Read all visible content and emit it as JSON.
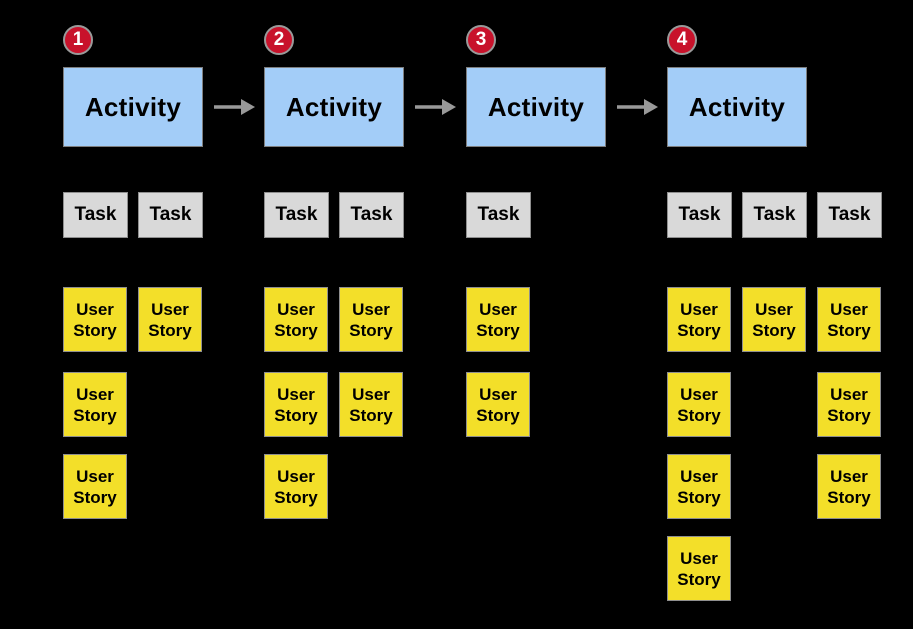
{
  "diagram": {
    "type": "user-story-map",
    "labels": {
      "activity": "Activity",
      "task": "Task",
      "user_story": "User Story"
    },
    "arrow_count": 3
  },
  "columns": [
    {
      "number": "1",
      "task_slots": [
        0,
        1
      ],
      "story_rows": [
        [
          0,
          1
        ],
        [
          0
        ],
        [
          0
        ]
      ]
    },
    {
      "number": "2",
      "task_slots": [
        0,
        1
      ],
      "story_rows": [
        [
          0,
          1
        ],
        [
          0,
          1
        ],
        [
          0
        ]
      ]
    },
    {
      "number": "3",
      "task_slots": [
        0
      ],
      "story_rows": [
        [
          0
        ],
        [
          0
        ]
      ]
    },
    {
      "number": "4",
      "task_slots": [
        0,
        1,
        2
      ],
      "story_rows": [
        [
          0,
          1,
          2
        ],
        [
          0,
          2
        ],
        [
          0,
          2
        ],
        [
          0
        ]
      ]
    }
  ],
  "colors": {
    "background": "#000000",
    "activity_fill": "#A3CDF8",
    "activity_border": "#7E7E7E",
    "task_fill": "#D9D9D9",
    "task_border": "#8F8F8F",
    "story_fill": "#F3DF29",
    "story_border": "#8F8F8F",
    "badge_fill": "#C8122B",
    "badge_ring": "#9A9A9A",
    "badge_text": "#FFFFFF",
    "arrow": "#999999",
    "box_text": "#000000"
  }
}
